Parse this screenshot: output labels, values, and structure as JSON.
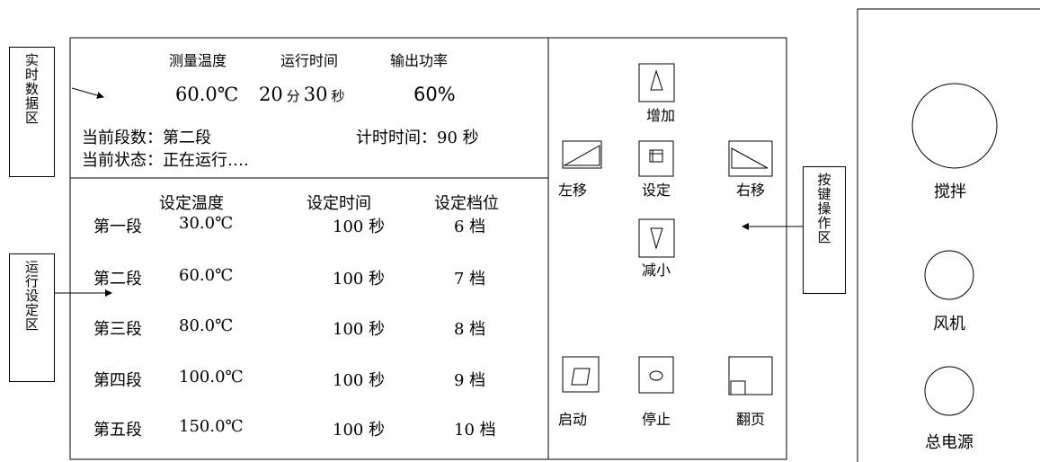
{
  "realtime_area": {
    "side_label": "实\n时\n数\n据\n区",
    "headers": {
      "temp": "测量温度",
      "time": "运行时间",
      "power": "输出功率"
    },
    "values": {
      "temp": "60.0℃",
      "time_min": "20",
      "time_min_unit": "分",
      "time_sec": "30",
      "time_sec_unit": "秒",
      "power": "60%"
    },
    "segment_label": "当前段数：",
    "segment_value": "第二段",
    "timer_label": "计时时间：",
    "timer_value": "90 秒",
    "status_label": "当前状态：",
    "status_value": "正在运行…."
  },
  "settings_area": {
    "side_label": "运\n行\n设\n定\n区",
    "headers": {
      "temp": "设定温度",
      "time": "设定时间",
      "level": "设定档位"
    },
    "rows": [
      {
        "segment": "第一段",
        "temp": "30.0℃",
        "time": "100 秒",
        "level": "6 档"
      },
      {
        "segment": "第二段",
        "temp": "60.0℃",
        "time": "100 秒",
        "level": "7 档"
      },
      {
        "segment": "第三段",
        "temp": "80.0℃",
        "time": "100 秒",
        "level": "8 档"
      },
      {
        "segment": "第四段",
        "temp": "100.0℃",
        "time": "100 秒",
        "level": "9 档"
      },
      {
        "segment": "第五段",
        "temp": "150.0℃",
        "time": "100 秒",
        "level": "10 档"
      }
    ]
  },
  "keypad": {
    "side_label": "按\n键\n操\n作\n区",
    "increase": "增加",
    "set": "设定",
    "left": "左移",
    "right": "右移",
    "decrease": "减小",
    "start": "启动",
    "stop": "停止",
    "page": "翻页"
  },
  "right_panel": {
    "stir": "搅拌",
    "fan": "风机",
    "power": "总电源"
  }
}
